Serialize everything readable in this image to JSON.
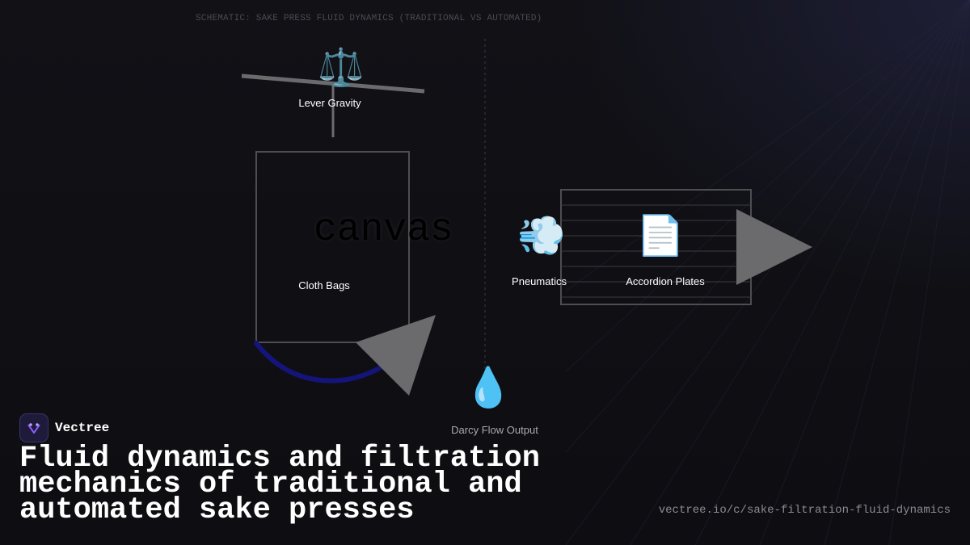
{
  "schematic_title": "SCHEMATIC: SAKE PRESS FLUID DYNAMICS (TRADITIONAL VS AUTOMATED)",
  "nodes": {
    "lever": {
      "label": "Lever Gravity",
      "icon": "balance-scale-icon",
      "glyph": "⚖️"
    },
    "cloth_bags": {
      "label": "Cloth Bags"
    },
    "pneumatics": {
      "label": "Pneumatics",
      "icon": "wind-gust-icon",
      "glyph": "💨"
    },
    "accordion": {
      "label": "Accordion Plates",
      "icon": "document-page-icon",
      "glyph": "📄"
    },
    "output": {
      "label": "Darcy Flow Output",
      "icon": "droplet-icon",
      "glyph": "💧"
    }
  },
  "fallback_text": "canvas",
  "brand": {
    "name": "Vectree",
    "logo_icon": "vectree-logo-icon"
  },
  "headline": "Fluid dynamics and filtration mechanics of traditional and automated sake presses",
  "url": "vectree.io/c/sake-filtration-fluid-dynamics",
  "colors": {
    "background": "#0f0f13",
    "line": "#4d4d52",
    "arrow": "#6b6b6e",
    "flow_arc": "#14147a",
    "accent": "#8b5cf6"
  }
}
